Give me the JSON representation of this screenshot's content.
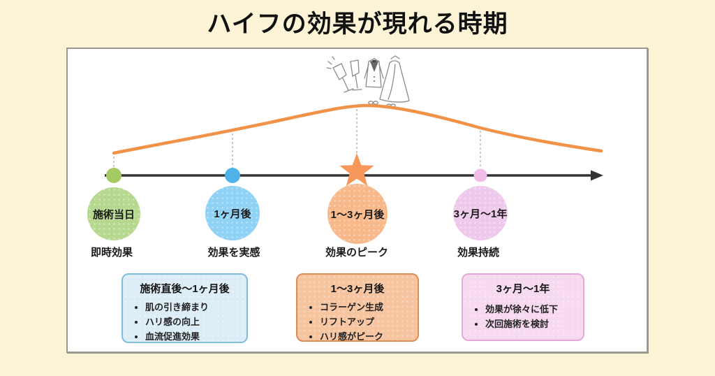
{
  "title": "ハイフの効果が現れる時期",
  "colors": {
    "background": "#FDF4D7",
    "panel": "#FFFFFF",
    "curve": "#F19249",
    "axis": "#333333",
    "star": "#F7975A"
  },
  "illustration": "wedding-toast-sketch",
  "timeline": {
    "milestones": [
      {
        "label": "施術当日",
        "sublabel": "即時効果",
        "marker": "dot",
        "circle_color": "#B5D88E",
        "dot_color": "#A3CA63"
      },
      {
        "label": "1ヶ月後",
        "sublabel": "効果を実感",
        "marker": "dot",
        "circle_color": "#8FD2F6",
        "dot_color": "#4FB3EA"
      },
      {
        "label": "1〜3ヶ月後",
        "sublabel": "効果のピーク",
        "marker": "star",
        "circle_color": "#F8B98A",
        "dot_color": "#F7975A"
      },
      {
        "label": "3ヶ月〜1年",
        "sublabel": "効果持続",
        "marker": "dot",
        "circle_color": "#EFC9EB",
        "dot_color": "#F2BCE8"
      }
    ]
  },
  "detail_boxes": [
    {
      "title": "施術直後〜1ヶ月後",
      "bullets": [
        "肌の引き締まり",
        "ハリ感の向上",
        "血流促進効果"
      ],
      "bg": "#DCEDF7",
      "border": "#7FBCDD"
    },
    {
      "title": "1〜3ヶ月後",
      "bullets": [
        "コラーゲン生成",
        "リフトアップ",
        "ハリ感がピーク"
      ],
      "bg": "#F6C49E",
      "border": "#E08C52"
    },
    {
      "title": "3ヶ月〜1年",
      "bullets": [
        "効果が徐々に低下",
        "次回施術を検討"
      ],
      "bg": "#F6D9EF",
      "border": "#E6A7DA"
    }
  ]
}
